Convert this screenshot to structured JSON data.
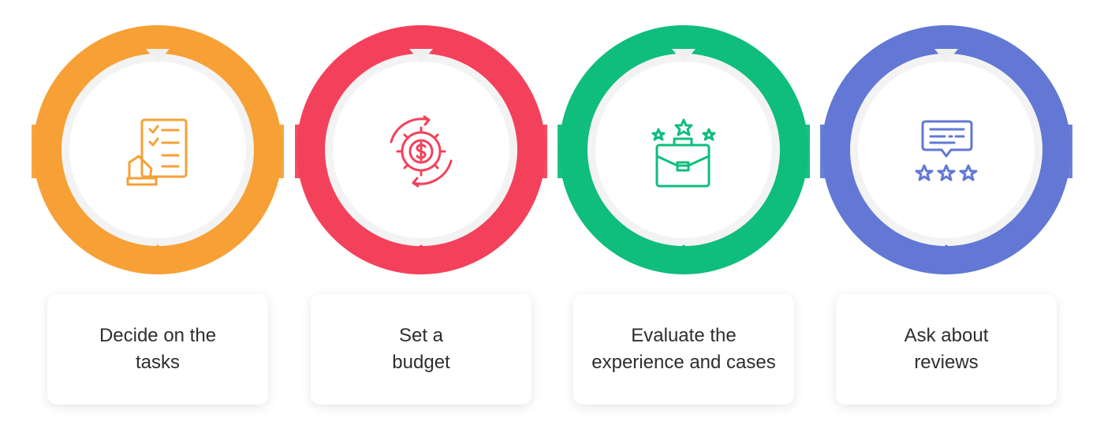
{
  "steps": [
    {
      "id": "tasks",
      "label": "Decide on the\ntasks",
      "color": "#F7A036",
      "icon": "checklist-hand-icon"
    },
    {
      "id": "budget",
      "label": "Set a\nbudget",
      "color": "#F4415B",
      "icon": "dollar-gear-icon"
    },
    {
      "id": "experience",
      "label": "Evaluate the\nexperience and cases",
      "color": "#0FBD7D",
      "icon": "briefcase-stars-icon"
    },
    {
      "id": "reviews",
      "label": "Ask about\nreviews",
      "color": "#6278D4",
      "icon": "review-stars-icon"
    }
  ]
}
